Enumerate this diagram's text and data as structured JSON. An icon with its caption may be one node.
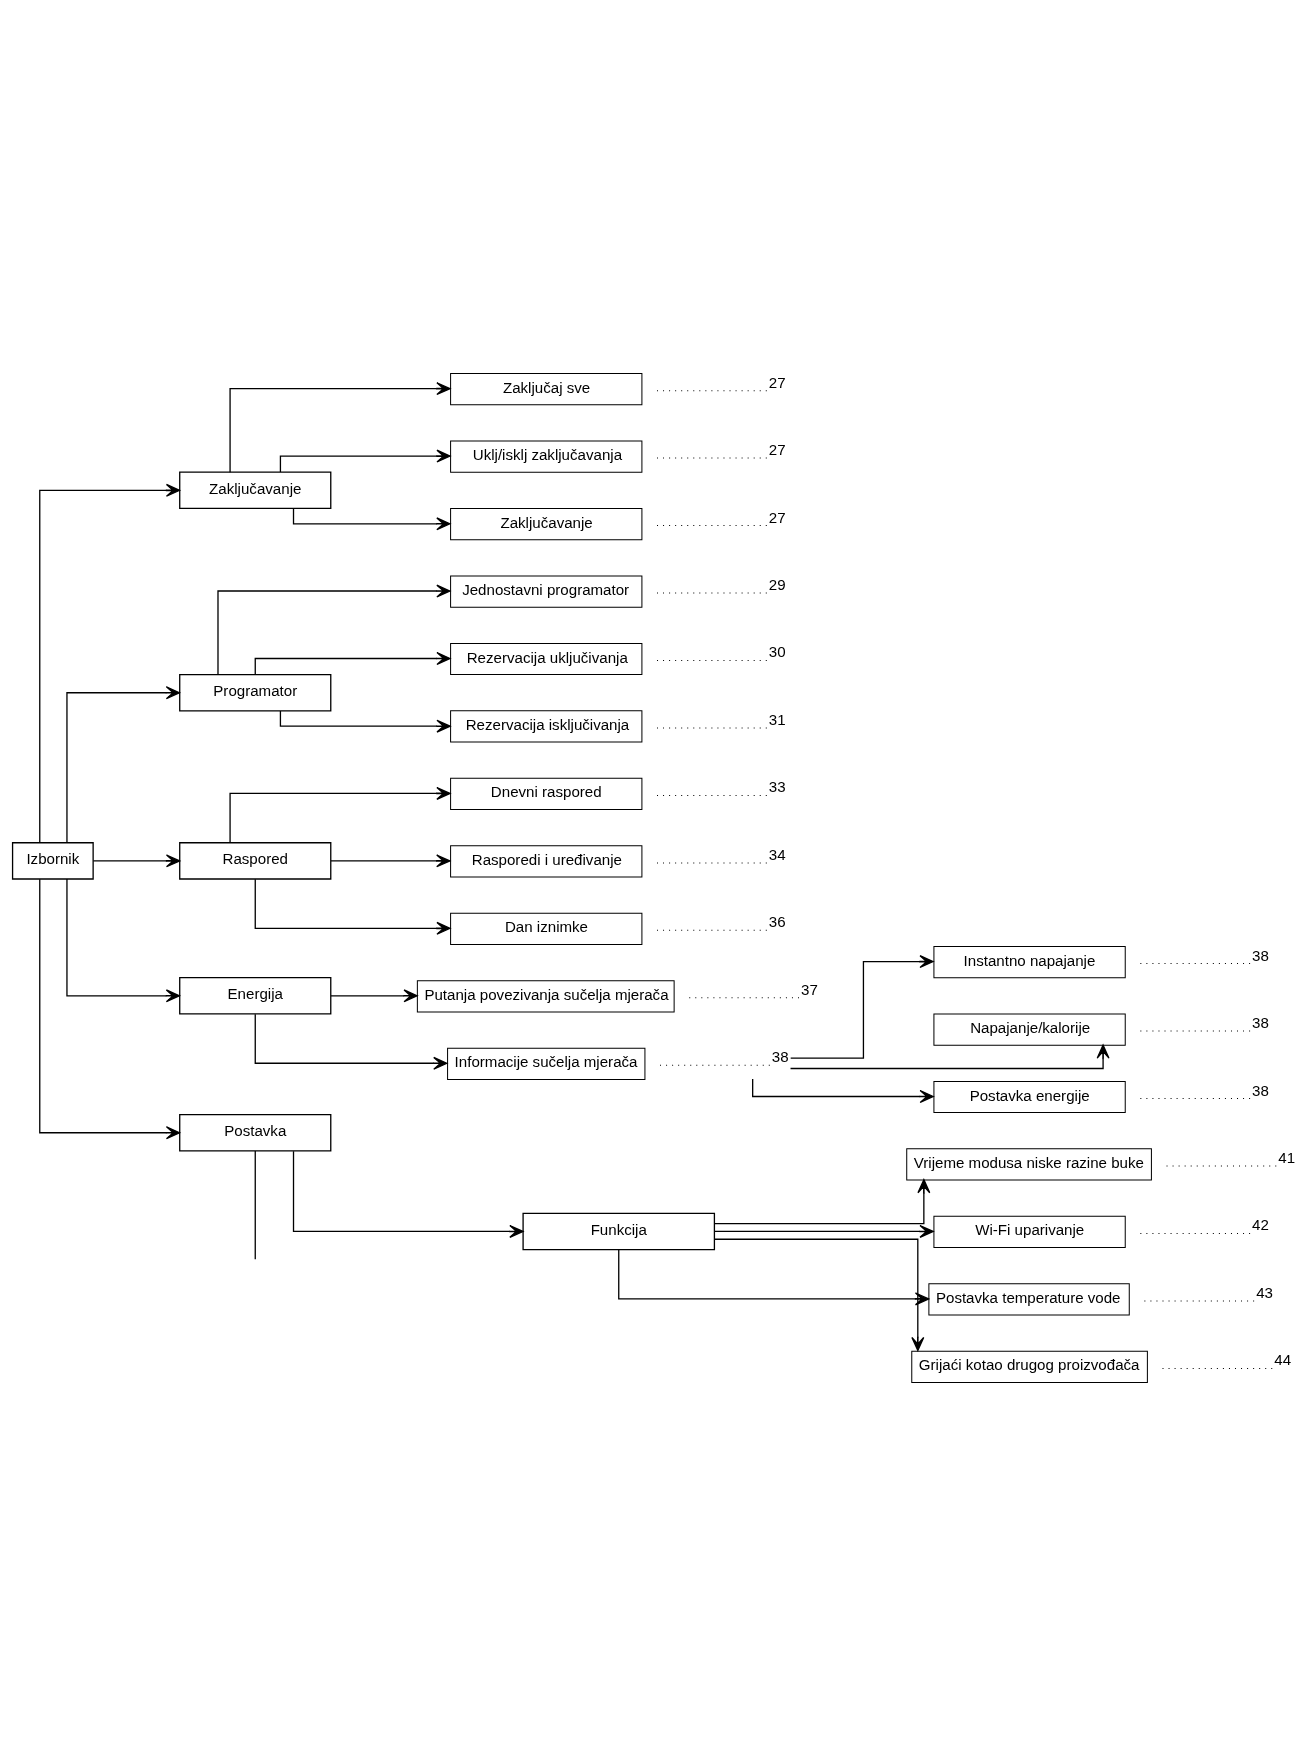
{
  "diagram": {
    "nodes": [
      {
        "text": [
          "Izbornik"
        ]
      },
      {
        "text": [
          "Zaključavanje"
        ]
      },
      {
        "text": [
          "Zaključaj sve"
        ],
        "beside": [
          "27"
        ]
      },
      {
        "text": [
          "Uklj/isklj zaključavanja"
        ],
        "beside": [
          "27"
        ]
      },
      {
        "text": [
          "Zaključavanje"
        ],
        "beside": [
          "27"
        ]
      },
      {
        "text": [
          "Programator"
        ]
      },
      {
        "text": [
          "Jednostavni programator"
        ],
        "beside": [
          "29"
        ]
      },
      {
        "text": [
          "Rezervacija uključivanja"
        ],
        "beside": [
          "30"
        ]
      },
      {
        "text": [
          "Rezervacija isključivanja"
        ],
        "beside": [
          "31"
        ]
      },
      {
        "text": [
          "Raspored"
        ]
      },
      {
        "text": [
          "Dnevni raspored"
        ],
        "beside": [
          "33"
        ]
      },
      {
        "text": [
          "Rasporedi i uređivanje"
        ],
        "beside": [
          "34"
        ]
      },
      {
        "text": [
          "Dan iznimke"
        ],
        "beside": [
          "36"
        ]
      },
      {
        "text": [
          "Energija"
        ]
      },
      {
        "text": [
          "Putanja povezivanja sučelja mjerača"
        ],
        "beside": [
          "37"
        ]
      },
      {
        "text": [
          "Informacije sučelja mjerača"
        ],
        "beside": [
          "38"
        ]
      },
      {
        "text": [
          "Instantno napajanje"
        ],
        "beside": [
          "38"
        ]
      },
      {
        "text": [
          "Napajanje/kalorije"
        ],
        "beside": [
          "38"
        ]
      },
      {
        "text": [
          "Postavka energije"
        ],
        "beside": [
          "38"
        ]
      },
      {
        "text": [
          "Postavka"
        ]
      },
      {
        "text": [
          "Funkcija"
        ]
      },
      {
        "text": [
          "Vrijeme modusa niske razine buke"
        ],
        "beside": [
          "41"
        ]
      },
      {
        "text": [
          "Wi-Fi uparivanje"
        ],
        "beside": [
          "42"
        ]
      },
      {
        "text": [
          "Postavka temperature vode"
        ],
        "beside": [
          "43"
        ]
      },
      {
        "text": [
          "Grijaći kotao drugog proizvođača"
        ],
        "beside": [
          "44"
        ]
      }
    ],
    "edges": [
      {
        "from": 0,
        "to": 1,
        "arrow": "to"
      },
      {
        "from": 1,
        "to": 2,
        "arrow": "to"
      },
      {
        "from": 1,
        "to": 3,
        "arrow": "to"
      },
      {
        "from": 1,
        "to": 4,
        "arrow": "to"
      },
      {
        "from": 0,
        "to": 5,
        "arrow": "to"
      },
      {
        "from": 5,
        "to": 6,
        "arrow": "to"
      },
      {
        "from": 5,
        "to": 7,
        "arrow": "to"
      },
      {
        "from": 5,
        "to": 8,
        "arrow": "to"
      },
      {
        "from": 0,
        "to": 9,
        "arrow": "to"
      },
      {
        "from": 9,
        "to": 10,
        "arrow": "to"
      },
      {
        "from": 9,
        "to": 11,
        "arrow": "to"
      },
      {
        "from": 9,
        "to": 12,
        "arrow": "to"
      },
      {
        "from": 0,
        "to": 13,
        "arrow": "to"
      },
      {
        "from": 13,
        "to": 14,
        "arrow": "to"
      },
      {
        "from": 13,
        "to": 15,
        "arrow": "to"
      },
      {
        "from": 15,
        "to": 16,
        "arrow": "to"
      },
      {
        "from": 15,
        "to": 17,
        "arrow": "to"
      },
      {
        "from": 15,
        "to": 18,
        "arrow": "to"
      },
      {
        "from": 0,
        "to": 19,
        "arrow": "to"
      },
      {
        "from": 19,
        "to": 20,
        "arrow": "to"
      },
      {
        "from": 20,
        "to": 21,
        "arrow": "to"
      },
      {
        "from": 20,
        "to": 22,
        "arrow": "to"
      },
      {
        "from": 20,
        "to": 23,
        "arrow": "to"
      },
      {
        "from": 20,
        "to": 24,
        "arrow": "to"
      },
      {
        "from": 19,
        "to": null,
        "arrow": "none"
      }
    ]
  }
}
